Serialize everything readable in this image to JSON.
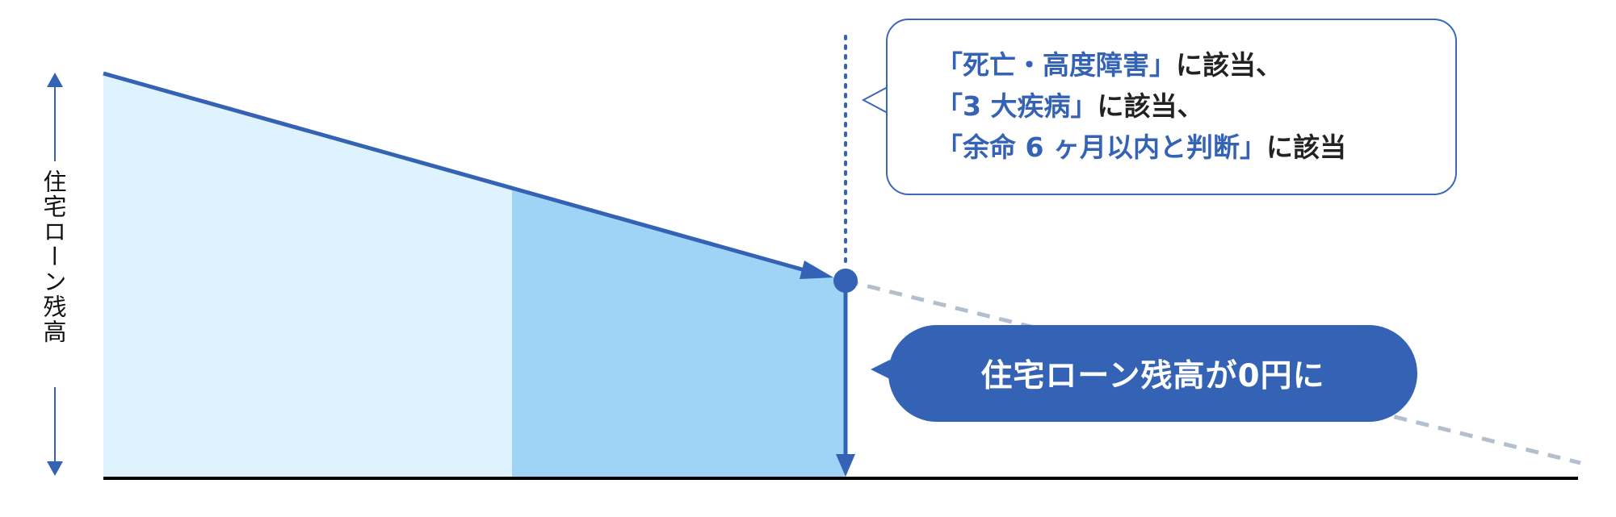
{
  "y_axis_label": "住宅ローン残高",
  "callout": {
    "lines": [
      {
        "highlight": "「死亡・高度障害」",
        "suffix": "に該当、"
      },
      {
        "highlight": "「3 大疾病」",
        "suffix": "に該当、"
      },
      {
        "highlight": "「余命 6 ヶ月以内と判断」",
        "suffix": "に該当"
      }
    ]
  },
  "result_label": "住宅ローン残高が0円に",
  "colors": {
    "line": "#3463b5",
    "fill_light": "#def3fd",
    "fill_dark": "#9fd4f7",
    "dashed": "#b3bfcd",
    "axis": "#000000"
  }
}
